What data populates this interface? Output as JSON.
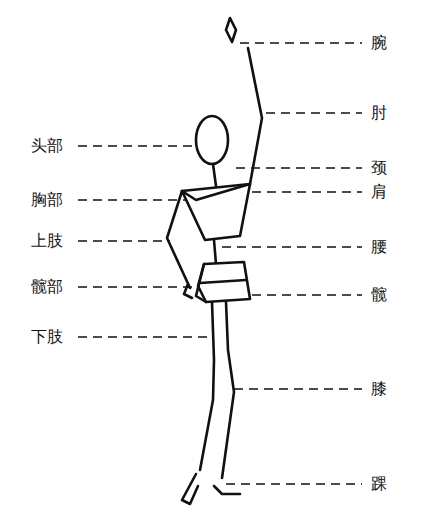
{
  "diagram": {
    "labels": [
      "腕",
      "头部",
      "肘",
      "颈",
      "胸部",
      "肩",
      "上肢",
      "腰",
      "髋部",
      "髋",
      "下肢",
      "膝",
      "踝"
    ]
  }
}
